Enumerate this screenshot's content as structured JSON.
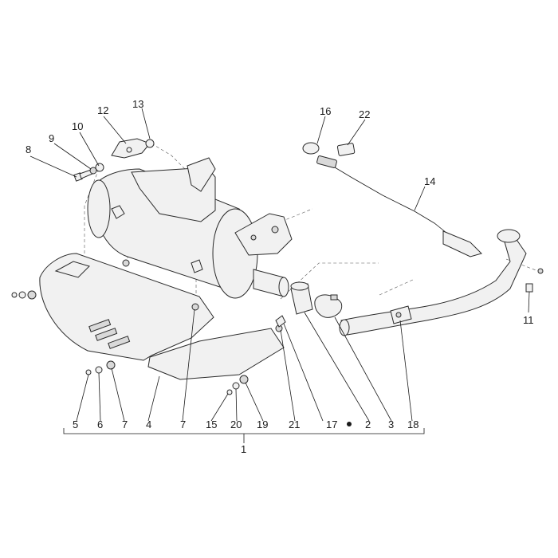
{
  "callouts": {
    "c1": "1",
    "c2": "2",
    "c3": "3",
    "c4": "4",
    "c5": "5",
    "c6": "6",
    "c7a": "7",
    "c7b": "7",
    "c8": "8",
    "c9": "9",
    "c10": "10",
    "c11": "11",
    "c12": "12",
    "c13": "13",
    "c14": "14",
    "c15": "15",
    "c16": "16",
    "c17": "17",
    "c18": "18",
    "c19": "19",
    "c20": "20",
    "c21": "21",
    "c22": "22"
  },
  "colors": {
    "line": "#1a1a1a",
    "fill": "#f1f1f1",
    "shade": "#d9d9d9"
  }
}
